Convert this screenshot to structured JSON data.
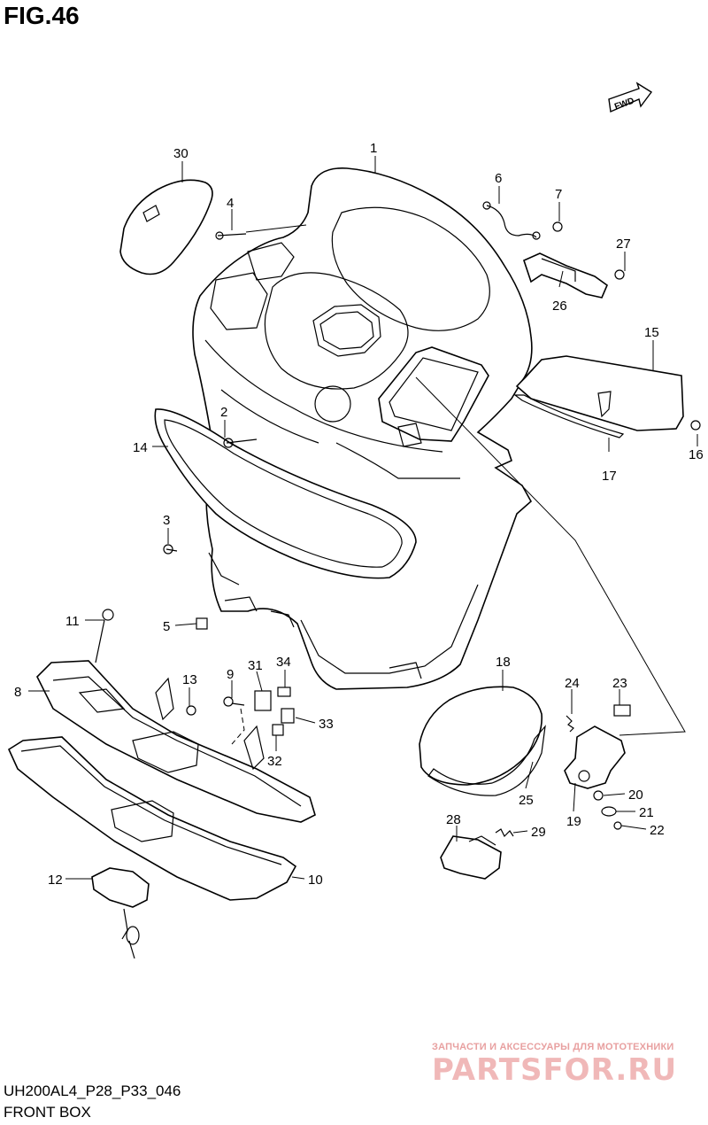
{
  "figure": {
    "title": "FIG.46",
    "model_code": "UH200AL4_P28_P33_046",
    "name": "FRONT BOX",
    "fwd_label": "FWD"
  },
  "watermark": {
    "line1": "ЗАПЧАСТИ И АКСЕССУАРЫ ДЛЯ МОТОТЕХНИКИ",
    "brand": "PARTSFOR.RU"
  },
  "callouts": [
    "1",
    "2",
    "3",
    "4",
    "5",
    "6",
    "7",
    "8",
    "9",
    "10",
    "11",
    "12",
    "13",
    "14",
    "15",
    "16",
    "17",
    "18",
    "19",
    "20",
    "21",
    "22",
    "23",
    "24",
    "25",
    "26",
    "27",
    "28",
    "29",
    "30",
    "31",
    "32",
    "33",
    "34"
  ],
  "colors": {
    "line": "#000000",
    "watermark": "#f0b8b8"
  }
}
